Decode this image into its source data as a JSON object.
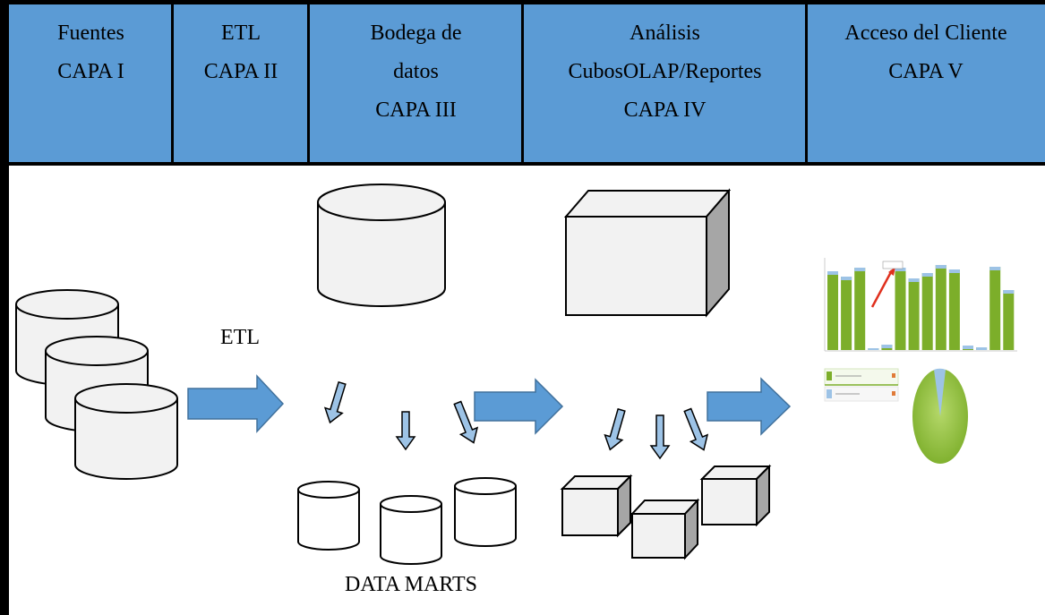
{
  "header": {
    "columns": [
      {
        "lines": [
          "Fuentes",
          "CAPA I"
        ]
      },
      {
        "lines": [
          "ETL",
          "CAPA II"
        ]
      },
      {
        "lines": [
          "Bodega de",
          "datos",
          "CAPA III"
        ]
      },
      {
        "lines": [
          "Análisis",
          "CubosOLAP/Reportes",
          "CAPA IV"
        ]
      },
      {
        "lines": [
          "Acceso del Cliente",
          "CAPA V"
        ]
      }
    ]
  },
  "diagram": {
    "etl_label": "ETL",
    "data_marts_label": "DATA MARTS"
  },
  "colors": {
    "header_fill": "#5b9bd5",
    "arrow_fill": "#5b9bd5",
    "small_arrow_fill": "#9dc3e6",
    "cylinder_fill": "#f2f2f2",
    "cube_front": "#f2f2f2",
    "cube_side": "#a6a6a6",
    "bar_green": "#7cae2a",
    "bar_top": "#9dc3e6",
    "pie_green": "#8dc03b"
  },
  "client_chart": {
    "legend": [],
    "bar_values": [
      0.88,
      0.82,
      0.92,
      0.02,
      0.06,
      0.92,
      0.8,
      0.86,
      0.95,
      0.9,
      0.05,
      0.03,
      0.93,
      0.67
    ]
  }
}
